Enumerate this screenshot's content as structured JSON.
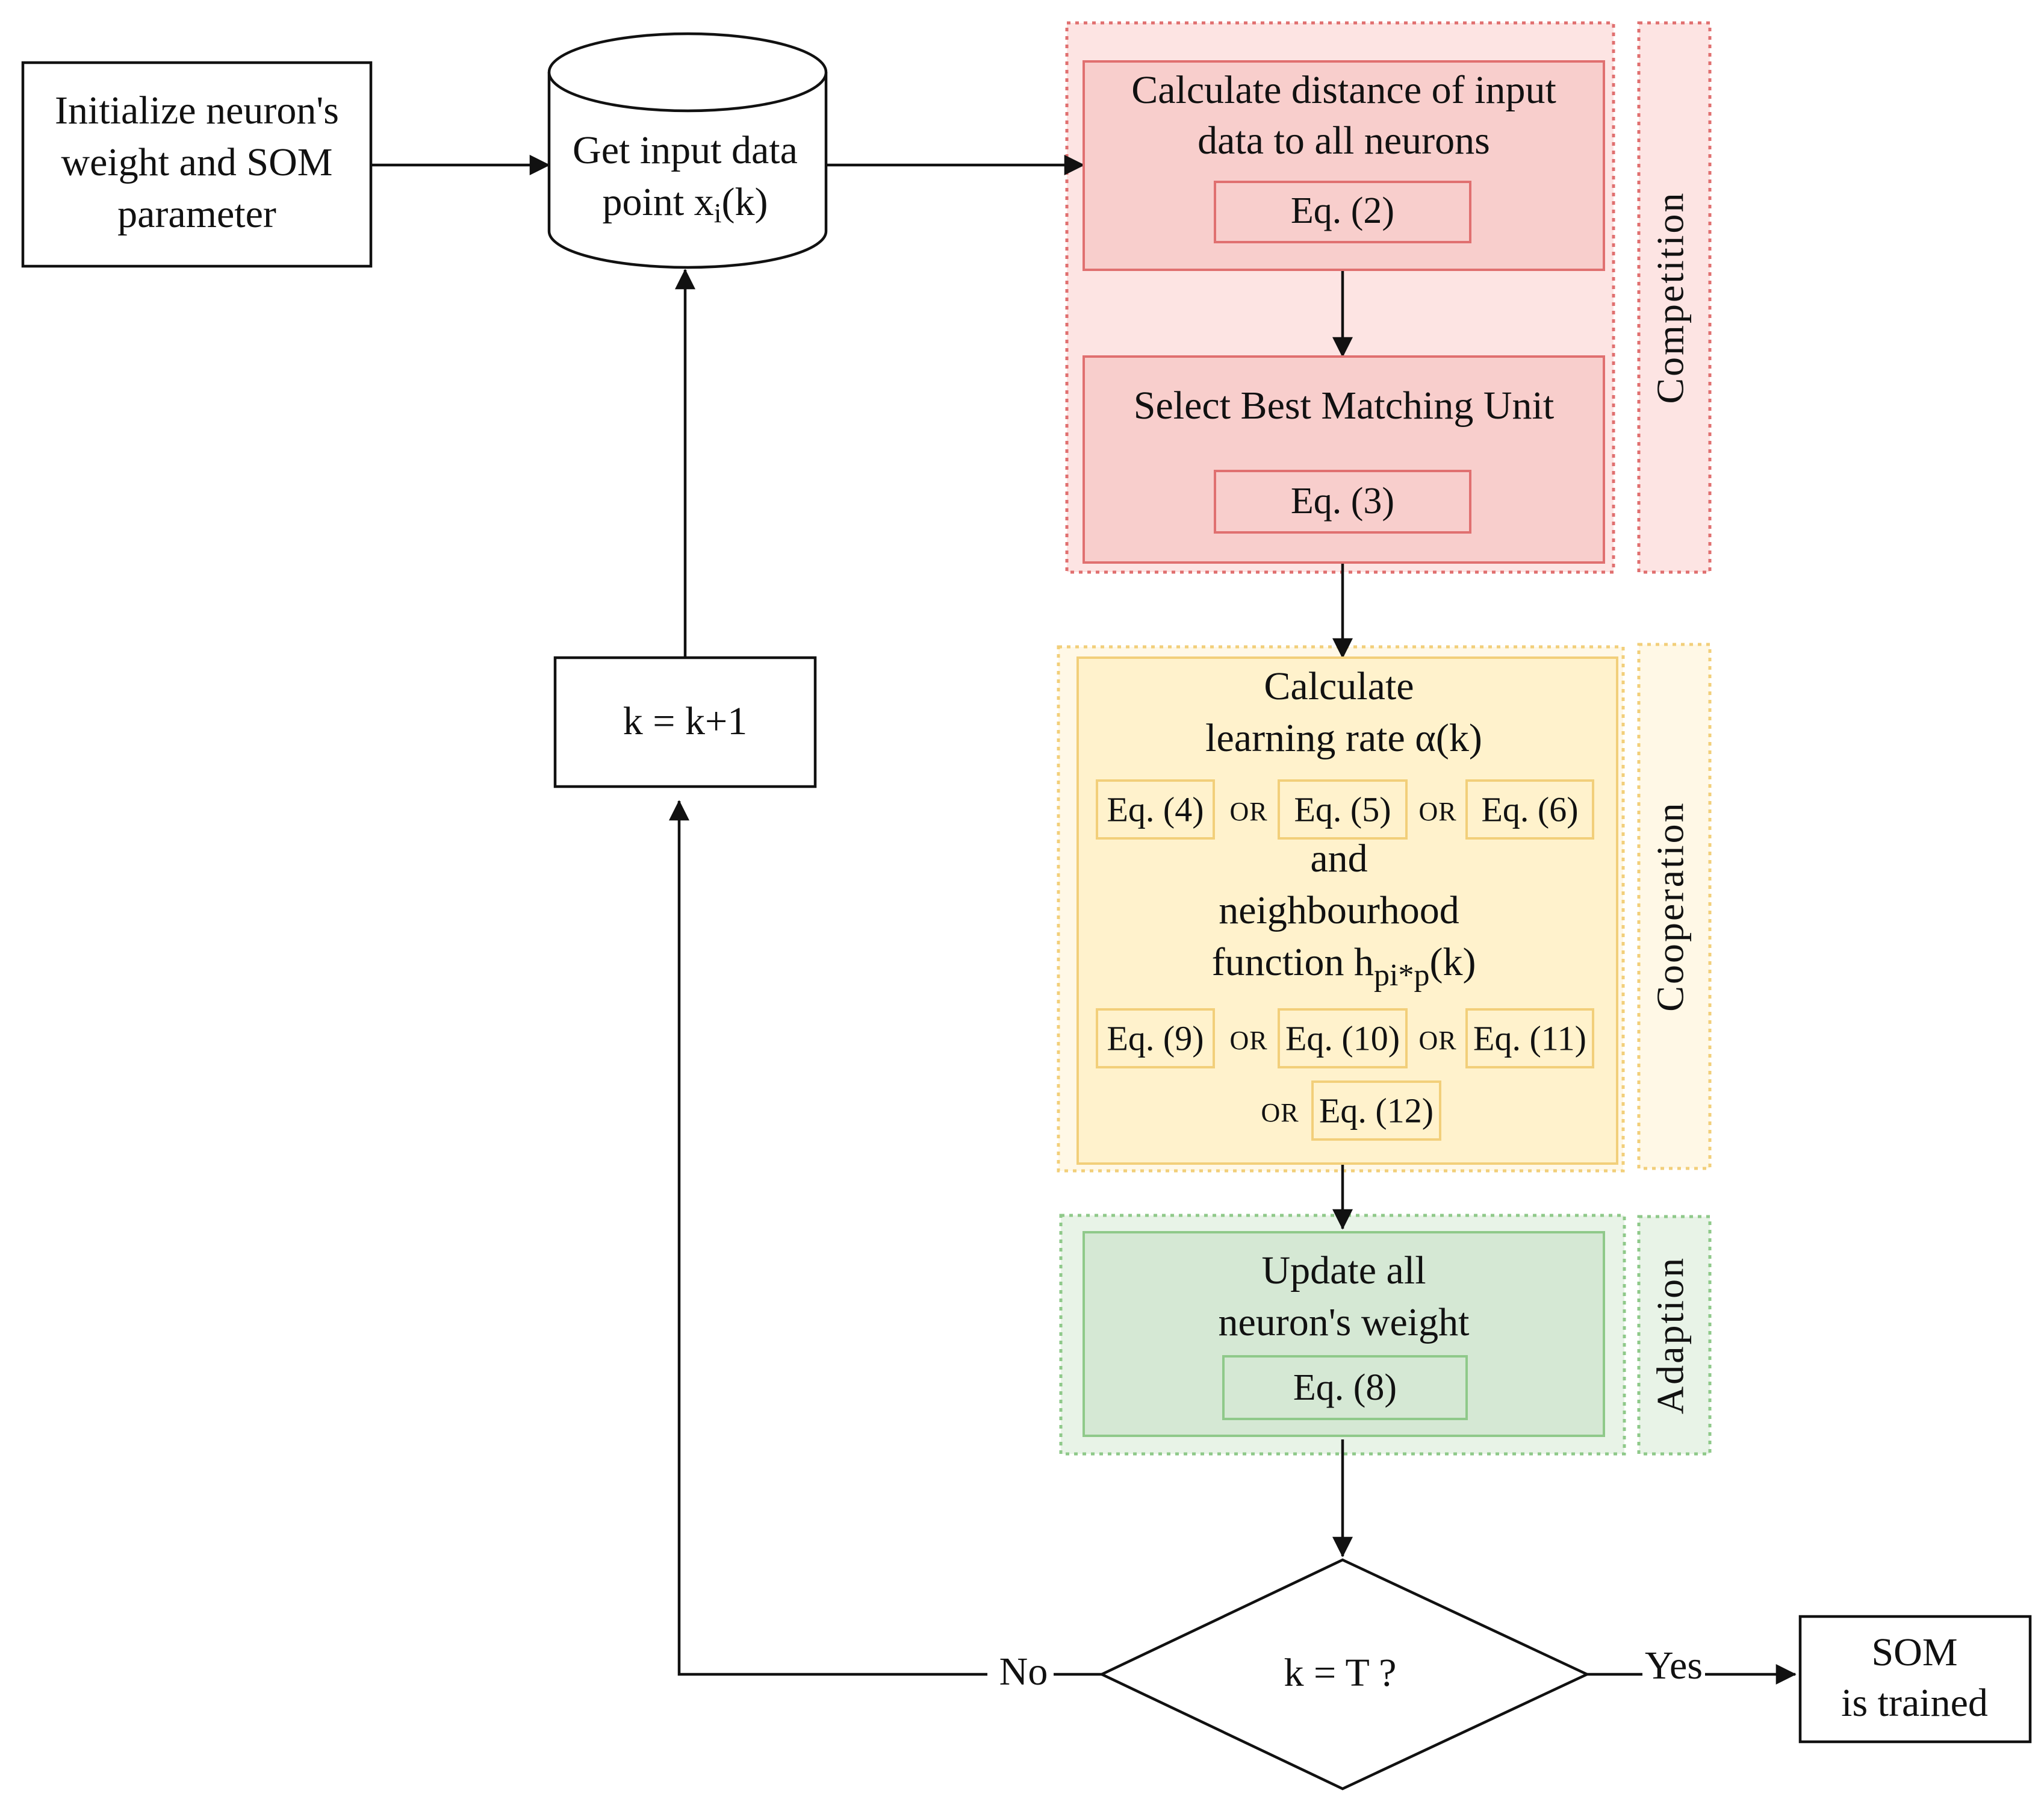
{
  "nodes": {
    "init": {
      "line1": "Initialize neuron's",
      "line2": "weight and SOM",
      "line3": "parameter"
    },
    "input": {
      "line1": "Get input data",
      "line2_prefix": "point x",
      "line2_sub": "i",
      "line2_suffix": "(k)"
    },
    "distance": {
      "line1": "Calculate distance of input",
      "line2": "data to all neurons",
      "eq": "Eq. (2)"
    },
    "bmu": {
      "title": "Select Best Matching Unit",
      "eq": "Eq. (3)"
    },
    "cooperation_box": {
      "line1": "Calculate",
      "line2": "learning rate α(k)",
      "lr_eqs": [
        "Eq. (4)",
        "Eq. (5)",
        "Eq. (6)"
      ],
      "and": "and",
      "line3": "neighbourhood",
      "line4_prefix": "function h",
      "line4_sub": "pi*p",
      "line4_suffix": "(k)",
      "nh_eqs": [
        "Eq. (9)",
        "Eq. (10)",
        "Eq. (11)",
        "Eq. (12)"
      ],
      "or": "OR"
    },
    "update": {
      "line1": "Update all",
      "line2": "neuron's weight",
      "eq": "Eq. (8)"
    },
    "increment": {
      "label": "k = k+1"
    },
    "decision": {
      "label": "k = T ?"
    },
    "done": {
      "line1": "SOM",
      "line2": "is trained"
    }
  },
  "edges": {
    "no": "No",
    "yes": "Yes"
  },
  "phases": {
    "competition": "Competition",
    "cooperation": "Cooperation",
    "adaption": "Adaption"
  },
  "colors": {
    "competition_fill": "#f8cecc",
    "competition_stroke": "#e07070",
    "competition_bg": "#fde4e3",
    "cooperation_fill": "#fff2cc",
    "cooperation_stroke": "#f2cf7a",
    "cooperation_bg": "#fff8e6",
    "adaption_fill": "#d5e8d4",
    "adaption_stroke": "#8fc98a",
    "adaption_bg": "#e8f3e7"
  }
}
